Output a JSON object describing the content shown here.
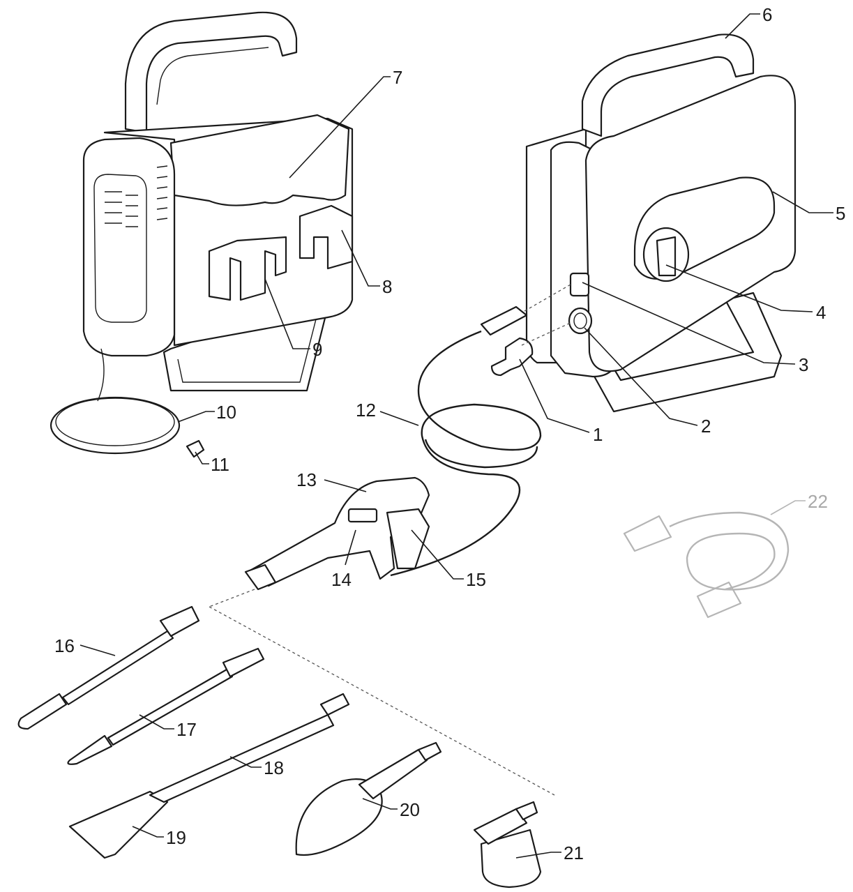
{
  "callouts": [
    {
      "id": "1",
      "text": "1"
    },
    {
      "id": "2",
      "text": "2"
    },
    {
      "id": "3",
      "text": "3"
    },
    {
      "id": "4",
      "text": "4"
    },
    {
      "id": "5",
      "text": "5"
    },
    {
      "id": "6",
      "text": "6"
    },
    {
      "id": "7",
      "text": "7"
    },
    {
      "id": "8",
      "text": "8"
    },
    {
      "id": "9",
      "text": "9"
    },
    {
      "id": "10",
      "text": "10"
    },
    {
      "id": "11",
      "text": "11"
    },
    {
      "id": "12",
      "text": "12"
    },
    {
      "id": "13",
      "text": "13"
    },
    {
      "id": "14",
      "text": "14"
    },
    {
      "id": "15",
      "text": "15"
    },
    {
      "id": "16",
      "text": "16"
    },
    {
      "id": "17",
      "text": "17"
    },
    {
      "id": "18",
      "text": "18"
    },
    {
      "id": "19",
      "text": "19"
    },
    {
      "id": "20",
      "text": "20"
    },
    {
      "id": "21",
      "text": "21"
    },
    {
      "id": "22",
      "text": "22"
    }
  ],
  "colors": {
    "line": "#1a1a1a",
    "optional": "#a8a8a8",
    "background": "#ffffff"
  }
}
